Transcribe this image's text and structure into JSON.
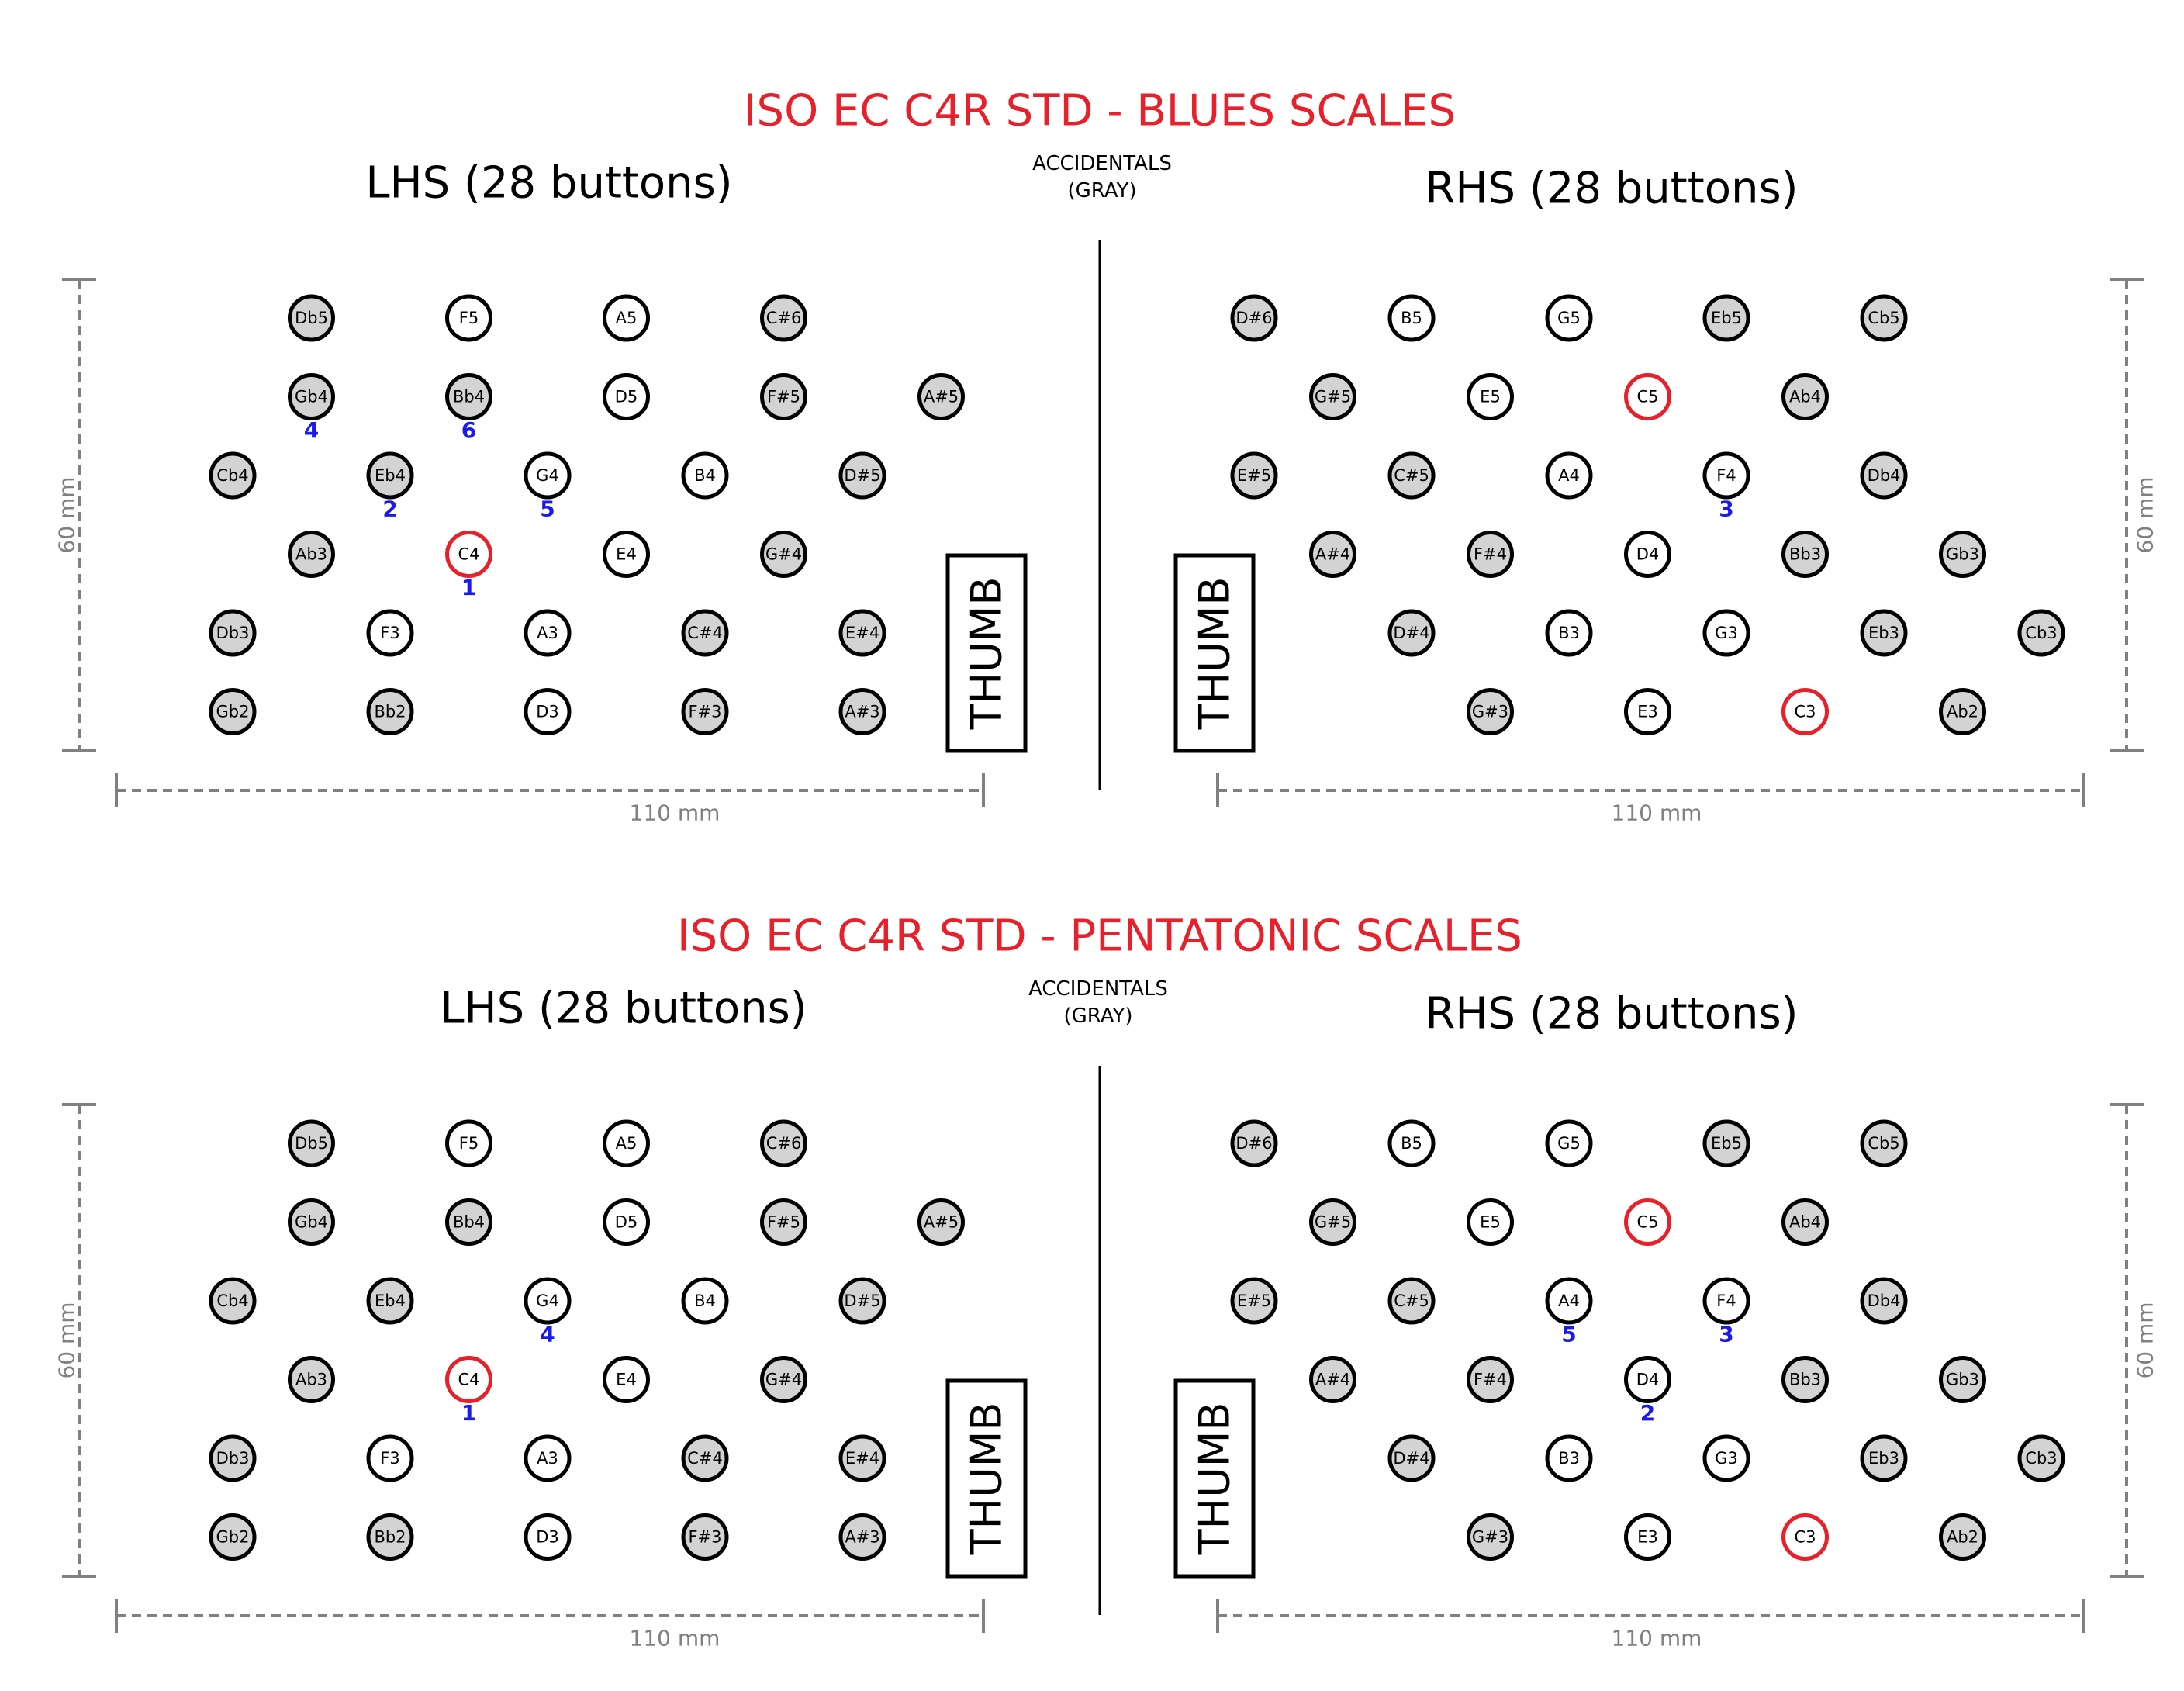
{
  "colors": {
    "title": "#e8202a",
    "accidental_fill": "#d3d3d3",
    "natural_fill": "#ffffff",
    "root_stroke": "#e8202a",
    "finger": "#1a1aee",
    "dim": "#808080"
  },
  "lhs_rows": [
    [
      "",
      "Db5",
      "",
      "F5",
      "",
      "A5",
      "",
      "C#6",
      "",
      ""
    ],
    [
      "",
      "Gb4",
      "",
      "Bb4",
      "",
      "D5",
      "",
      "F#5",
      "",
      "A#5"
    ],
    [
      "Cb4",
      "",
      "Eb4",
      "",
      "G4",
      "",
      "B4",
      "",
      "D#5",
      ""
    ],
    [
      "",
      "Ab3",
      "",
      "C4",
      "",
      "E4",
      "",
      "G#4",
      "",
      ""
    ],
    [
      "Db3",
      "",
      "F3",
      "",
      "A3",
      "",
      "C#4",
      "",
      "E#4",
      ""
    ],
    [
      "Gb2",
      "",
      "Bb2",
      "",
      "D3",
      "",
      "F#3",
      "",
      "A#3",
      ""
    ]
  ],
  "rhs_rows": [
    [
      "D#6",
      "",
      "B5",
      "",
      "G5",
      "",
      "Eb5",
      "",
      "Cb5",
      "",
      ""
    ],
    [
      "",
      "G#5",
      "",
      "E5",
      "",
      "C5",
      "",
      "Ab4",
      "",
      "",
      ""
    ],
    [
      "E#5",
      "",
      "C#5",
      "",
      "A4",
      "",
      "F4",
      "",
      "Db4",
      "",
      ""
    ],
    [
      "",
      "A#4",
      "",
      "F#4",
      "",
      "D4",
      "",
      "Bb3",
      "",
      "Gb3",
      ""
    ],
    [
      "",
      "",
      "D#4",
      "",
      "B3",
      "",
      "G3",
      "",
      "Eb3",
      "",
      "Cb3"
    ],
    [
      "",
      "",
      "",
      "G#3",
      "",
      "E3",
      "",
      "C3",
      "",
      "Ab2",
      ""
    ]
  ],
  "lhs_accidentals": [
    "Db5",
    "C#6",
    "Gb4",
    "Bb4",
    "F#5",
    "A#5",
    "Cb4",
    "Eb4",
    "D#5",
    "Ab3",
    "G#4",
    "Db3",
    "C#4",
    "E#4",
    "Gb2",
    "Bb2",
    "F#3",
    "A#3"
  ],
  "rhs_accidentals": [
    "D#6",
    "Eb5",
    "Cb5",
    "G#5",
    "Ab4",
    "E#5",
    "C#5",
    "Db4",
    "A#4",
    "F#4",
    "Bb3",
    "Gb3",
    "D#4",
    "Eb3",
    "Cb3",
    "G#3",
    "Ab2"
  ],
  "lhs_roots": [
    "C4"
  ],
  "rhs_roots": [
    "C5",
    "C3"
  ],
  "panels": [
    {
      "title": "ISO EC C4R STD - BLUES SCALES",
      "lhs_title": "LHS (28 buttons)",
      "rhs_title": "RHS (28 buttons)",
      "accidentals_line1": "ACCIDENTALS",
      "accidentals_line2": "(GRAY)",
      "thumb": "THUMB",
      "dim_width": "110 mm",
      "dim_height": "60 mm",
      "fingering": {
        "lhs": [
          {
            "note": "Gb4",
            "finger": "4"
          },
          {
            "note": "Bb4",
            "finger": "6"
          },
          {
            "note": "Eb4",
            "finger": "2"
          },
          {
            "note": "G4",
            "finger": "5"
          },
          {
            "note": "C4",
            "finger": "1"
          }
        ],
        "rhs": [
          {
            "note": "F4",
            "finger": "3"
          }
        ]
      }
    },
    {
      "title": "ISO EC C4R STD - PENTATONIC SCALES",
      "lhs_title": "LHS (28 buttons)",
      "rhs_title": "RHS (28 buttons)",
      "accidentals_line1": "ACCIDENTALS",
      "accidentals_line2": "(GRAY)",
      "thumb": "THUMB",
      "dim_width": "110 mm",
      "dim_height": "60 mm",
      "fingering": {
        "lhs": [
          {
            "note": "G4",
            "finger": "4"
          },
          {
            "note": "C4",
            "finger": "1"
          }
        ],
        "rhs": [
          {
            "note": "A4",
            "finger": "5"
          },
          {
            "note": "F4",
            "finger": "3"
          },
          {
            "note": "D4",
            "finger": "2"
          }
        ]
      }
    }
  ]
}
